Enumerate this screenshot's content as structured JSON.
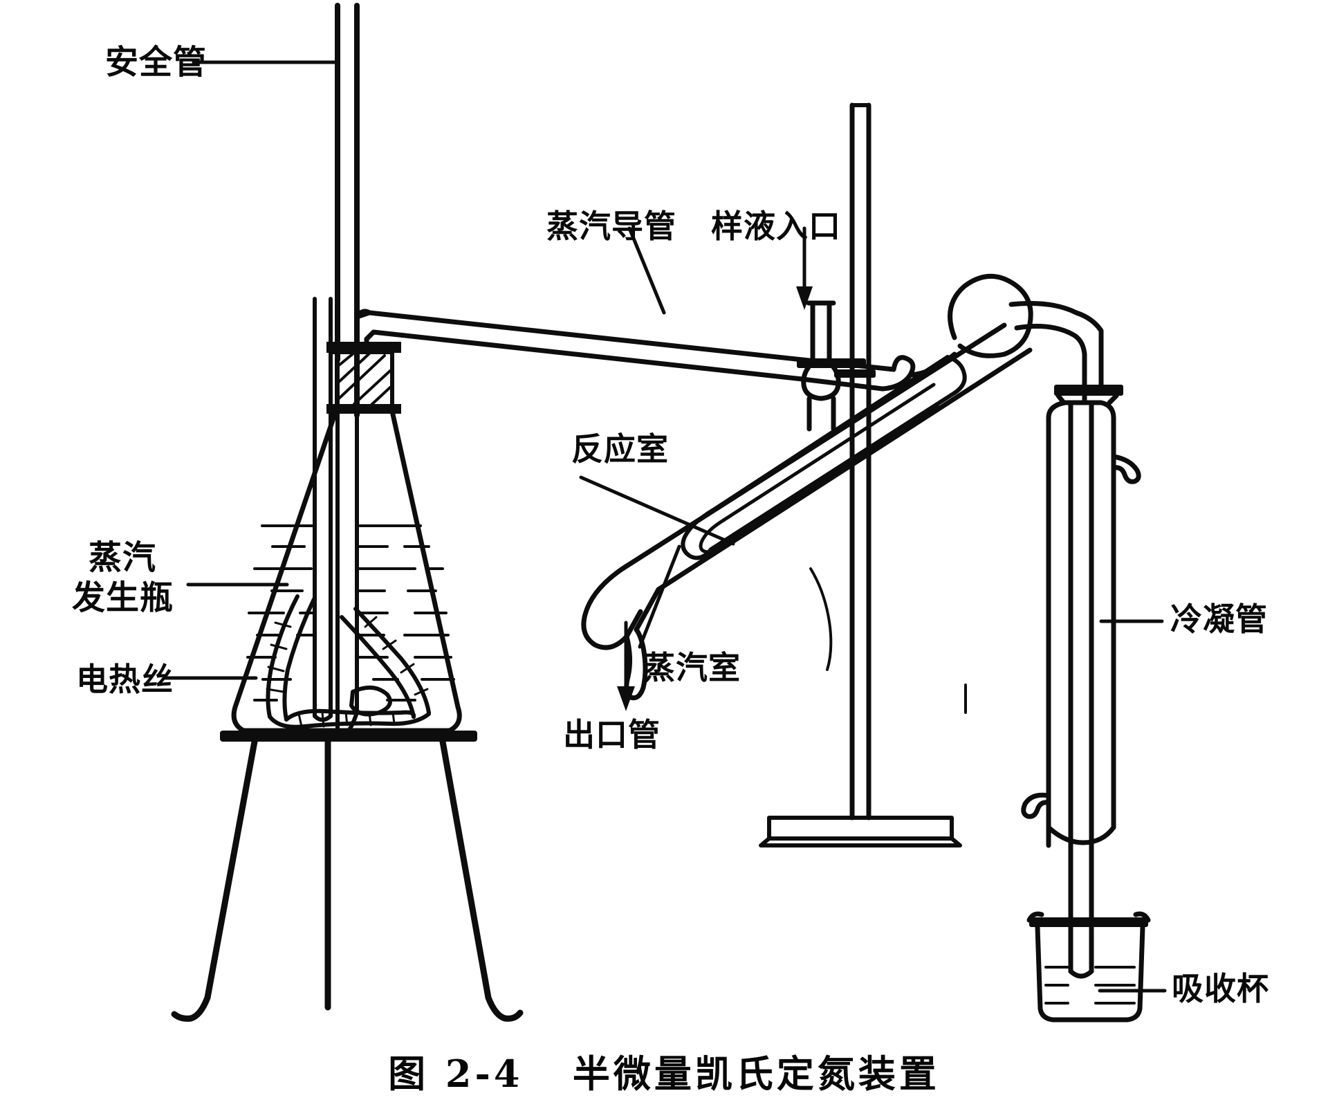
{
  "figure": {
    "caption": "图 2-4   半微量凯氏定氮装置",
    "caption_number": "图 2-4",
    "caption_title": "半微量凯氏定氮装置",
    "ink_color": "#0d0d0d",
    "background_color": "#ffffff"
  },
  "labels": {
    "safety_tube": "安全管",
    "steam_conduit": "蒸汽导管",
    "sample_inlet": "样液入口",
    "steam_generator_line1": "蒸汽",
    "steam_generator_line2": "发生瓶",
    "heating_wire": "电热丝",
    "reaction_chamber": "反应室",
    "steam_chamber": "蒸汽室",
    "outlet_tube": "出口管",
    "condenser": "冷凝管",
    "absorption_cup": "吸收杯"
  },
  "parts": [
    {
      "id": "safety-tube",
      "label": "安全管",
      "leader": "horizontal"
    },
    {
      "id": "steam-generator-flask",
      "label": "蒸汽发生瓶",
      "leader": "horizontal"
    },
    {
      "id": "heating-wire",
      "label": "电热丝",
      "leader": "horizontal"
    },
    {
      "id": "steam-conduit",
      "label": "蒸汽导管",
      "leader": "diagonal"
    },
    {
      "id": "sample-inlet",
      "label": "样液入口",
      "leader": "arrow-down"
    },
    {
      "id": "reaction-chamber",
      "label": "反应室",
      "leader": "diagonal"
    },
    {
      "id": "steam-chamber",
      "label": "蒸汽室",
      "leader": "diagonal"
    },
    {
      "id": "outlet-tube",
      "label": "出口管",
      "leader": "arrow-down"
    },
    {
      "id": "condenser",
      "label": "冷凝管",
      "leader": "horizontal"
    },
    {
      "id": "absorption-cup",
      "label": "吸收杯",
      "leader": "horizontal"
    }
  ]
}
